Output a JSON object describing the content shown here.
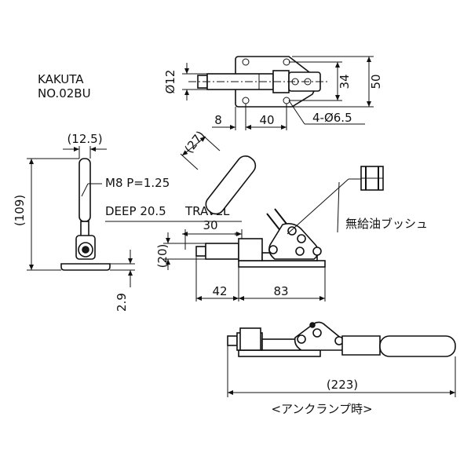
{
  "brand": {
    "maker": "KAKUTA",
    "model": "NO.02BU"
  },
  "top_view": {
    "dim_diameter_rod": "Ø12",
    "dim_height_inner": "34",
    "dim_height_outer": "50",
    "dim_left": "8",
    "dim_mid": "40",
    "dim_holes": "4-Ø6.5"
  },
  "side_view": {
    "dim_width": "(12.5)",
    "dim_height": "(109)",
    "dim_base": "2.9"
  },
  "thread": {
    "spec": "M8 P=1.25",
    "depth": "DEEP 20.5",
    "travel_label": "TRAVEL",
    "travel_value": "30"
  },
  "front_view": {
    "dim_handle": "(27)",
    "dim_rod_height": "(20)",
    "dim_left": "42",
    "dim_right": "83",
    "bushing_label": "無給油ブッシュ"
  },
  "unclamped_view": {
    "dim_total": "(223)",
    "caption": "<アンクランプ時>"
  }
}
